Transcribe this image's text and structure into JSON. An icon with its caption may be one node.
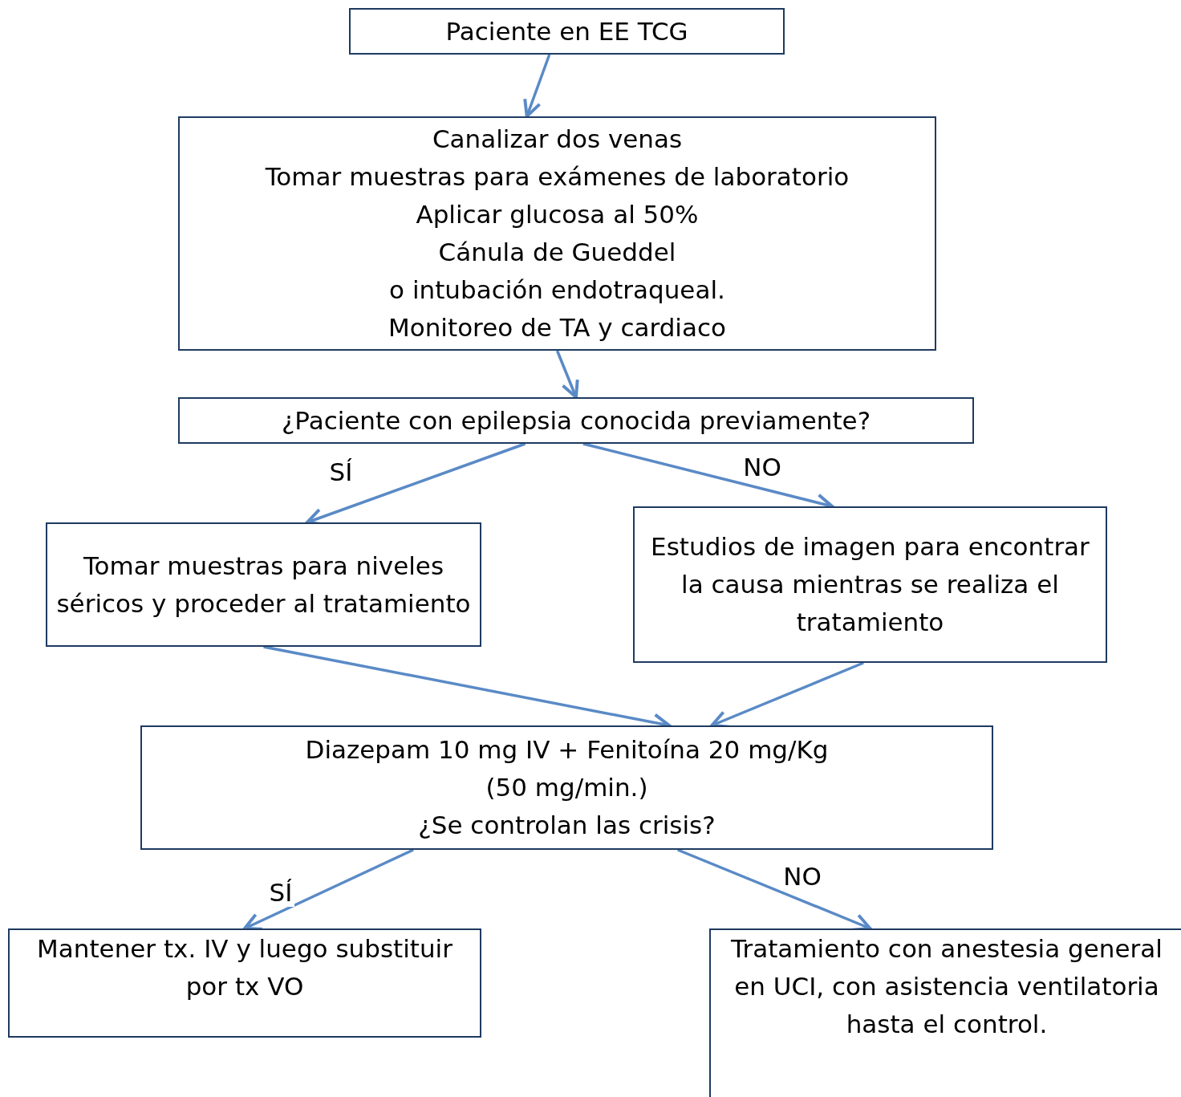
{
  "diagram": {
    "nodes": [
      {
        "text": [
          "Paciente en EE TCG"
        ]
      },
      {
        "text": [
          "Canalizar dos venas",
          "Tomar muestras para exámenes de laboratorio",
          "Aplicar glucosa al 50%",
          "Cánula de Gueddel",
          "o intubación endotraqueal.",
          "Monitoreo de TA y cardiaco"
        ]
      },
      {
        "text": [
          "¿Paciente con epilepsia conocida previamente?"
        ]
      },
      {
        "text": [
          "Tomar muestras para niveles séricos y proceder al tratamiento"
        ]
      },
      {
        "text": [
          "Estudios de imagen para encontrar la causa mientras se realiza el tratamiento"
        ]
      },
      {
        "text": [
          "Diazepam 10 mg IV + Fenitoína 20 mg/Kg",
          "(50 mg/min.)",
          "¿Se controlan las crisis?"
        ]
      },
      {
        "text": [
          "Mantener tx. IV y luego substituir por tx VO"
        ]
      },
      {
        "text": [
          "Tratamiento con anestesia general en UCI, con asistencia ventilatoria hasta el control."
        ]
      }
    ],
    "edges": [
      {
        "from": 0,
        "to": 1,
        "arrow": "to"
      },
      {
        "from": 1,
        "to": 2,
        "arrow": "to"
      },
      {
        "from": 2,
        "to": 3,
        "arrow": "to",
        "label": "SÍ"
      },
      {
        "from": 2,
        "to": 4,
        "arrow": "to",
        "label": "NO"
      },
      {
        "from": 3,
        "to": 5,
        "arrow": "to"
      },
      {
        "from": 4,
        "to": 5,
        "arrow": "to"
      },
      {
        "from": 5,
        "to": 6,
        "arrow": "to",
        "label": "SÍ"
      },
      {
        "from": 5,
        "to": 7,
        "arrow": "to",
        "label": "NO"
      }
    ]
  }
}
